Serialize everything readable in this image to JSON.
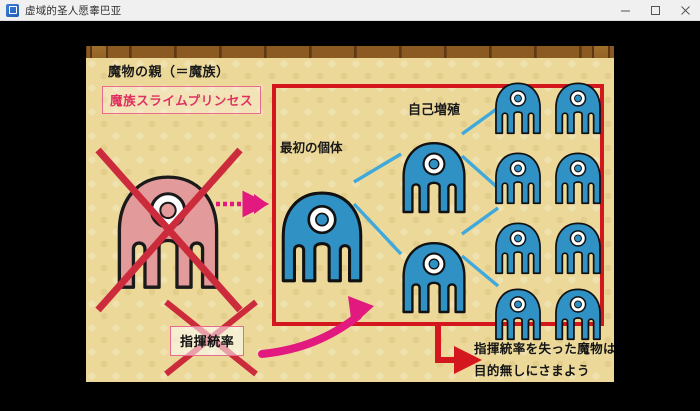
{
  "window": {
    "title": "虚域的圣人愿睾巴亚",
    "icon": "app-icon",
    "controls": [
      {
        "name": "minimize",
        "glyph": "minimize-icon"
      },
      {
        "name": "maximize",
        "glyph": "maximize-icon"
      },
      {
        "name": "close",
        "glyph": "close-icon"
      }
    ]
  },
  "diagram": {
    "parent_heading": "魔物の親（＝魔族）",
    "parent_name": "魔族スライムプリンセス",
    "first_individual_label": "最初の個体",
    "self_replication_label": "自己増殖",
    "command_label": "指揮統率",
    "result_line1": "指揮統率を失った魔物は",
    "result_line2": "目的無しにさまよう",
    "colors": {
      "background": "#ecd99a",
      "box_border": "#d4161e",
      "parent_slime": "#e39a9a",
      "child_slime": "#2f91c4",
      "cross_out": "#cc2b3c",
      "link_line": "#3fa9dd",
      "magenta_arrow": "#e2197f",
      "name_label_text": "#e03060"
    },
    "counts": {
      "first_generation": 1,
      "second_generation": 2,
      "third_generation": 8
    }
  }
}
